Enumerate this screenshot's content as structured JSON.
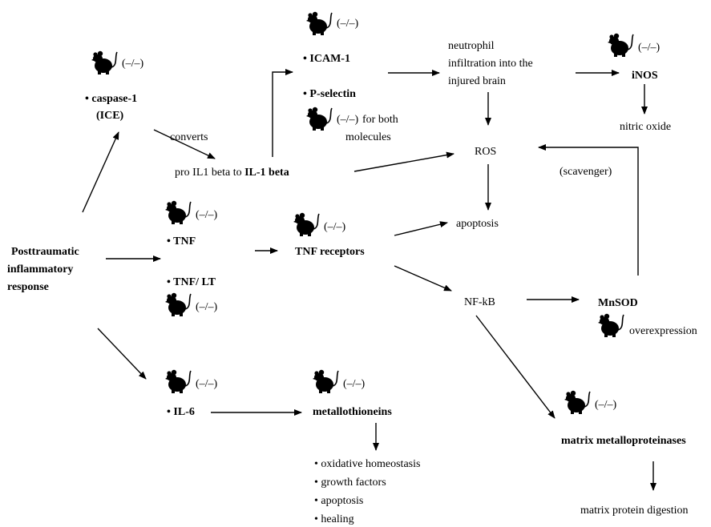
{
  "labels": {
    "posttraumatic": [
      "Posttraumatic",
      "inflammatory",
      "response"
    ],
    "caspase": "• caspase-1",
    "ice": "(ICE)",
    "converts": "converts",
    "pro_il1": "pro IL1 beta to ",
    "il1_beta": "IL-1 beta",
    "icam": "• ICAM-1",
    "pselectin": "• P-selectin",
    "both_molecules_1": "for both",
    "both_molecules_2": "molecules",
    "neutrophil": [
      "neutrophil",
      "infiltration into the",
      "injured brain"
    ],
    "inos": "iNOS",
    "nitric_oxide": "nitric oxide",
    "ros": "ROS",
    "scavenger": "(scavenger)",
    "apoptosis": "apoptosis",
    "tnf": "• TNF",
    "tnf_lt": "• TNF/ LT",
    "tnf_receptors": "TNF receptors",
    "nfkb": "NF-kB",
    "mnsod": "MnSOD",
    "overexpression": "overexpression",
    "il6": "• IL-6",
    "metallothioneins": "metallothioneins",
    "mt_effects": [
      "• oxidative homeostasis",
      "• growth factors",
      "• apoptosis",
      "• healing"
    ],
    "mmp": "matrix metalloproteinases",
    "matrix_digestion": "matrix protein digestion",
    "knockout": "(–/–)"
  },
  "icons": {
    "knockout_mouse": "mouse-icon"
  }
}
